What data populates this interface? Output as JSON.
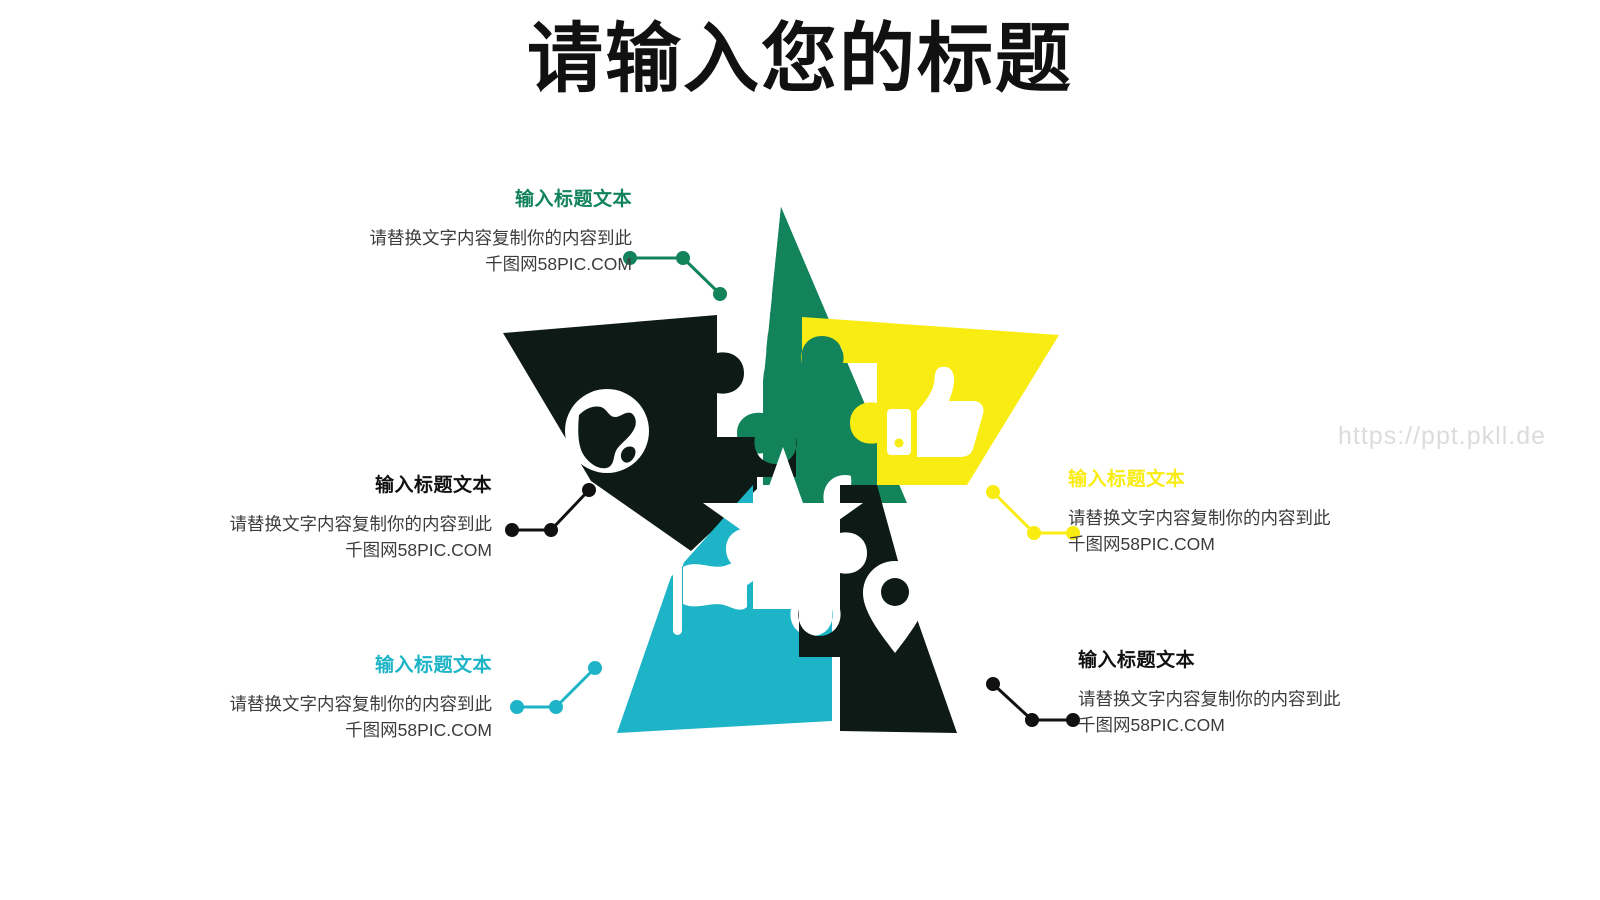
{
  "title": "请输入您的标题",
  "watermark": "https://ppt.pkll.de",
  "colors": {
    "green": "#12835a",
    "dark": "#0e1a15",
    "yellow": "#f9ec12",
    "cyan": "#1cb4c6",
    "black": "#111111",
    "title": "#111111",
    "body": "#3c3c3c",
    "watermark": "#dcdcdc",
    "background": "#ffffff"
  },
  "callouts": [
    {
      "id": "top",
      "title": "输入标题文本",
      "body_line1": "请替换文字内容复制你的内容到此",
      "body_line2": "千图网58PIC.COM",
      "color": "#12835a",
      "icon": "dollar-icon",
      "align": "right"
    },
    {
      "id": "left",
      "title": "输入标题文本",
      "body_line1": "请替换文字内容复制你的内容到此",
      "body_line2": "千图网58PIC.COM",
      "color": "#111111",
      "icon": "globe-icon",
      "align": "right"
    },
    {
      "id": "bottom-left",
      "title": "输入标题文本",
      "body_line1": "请替换文字内容复制你的内容到此",
      "body_line2": "千图网58PIC.COM",
      "color": "#1cb4c6",
      "icon": "flag-icon",
      "align": "right"
    },
    {
      "id": "right",
      "title": "输入标题文本",
      "body_line1": "请替换文字内容复制你的内容到此",
      "body_line2": "千图网58PIC.COM",
      "color": "#f9ec12",
      "icon": "thumbs-up-icon",
      "align": "left"
    },
    {
      "id": "bottom-right",
      "title": "输入标题文本",
      "body_line1": "请替换文字内容复制你的内容到此",
      "body_line2": "千图网58PIC.COM",
      "color": "#111111",
      "icon": "map-pin-icon",
      "align": "left"
    }
  ],
  "diagram": {
    "shape": "five-piece-jigsaw-star",
    "center_accent": "white-star",
    "pieces": [
      {
        "position": "top",
        "color": "#12835a",
        "icon": "dollar-icon"
      },
      {
        "position": "upper-left",
        "color": "#0e1a15",
        "icon": "globe-icon"
      },
      {
        "position": "upper-right",
        "color": "#f9ec12",
        "icon": "thumbs-up-icon"
      },
      {
        "position": "lower-left",
        "color": "#1cb4c6",
        "icon": "flag-icon"
      },
      {
        "position": "lower-right",
        "color": "#0e1a15",
        "icon": "map-pin-icon"
      }
    ]
  }
}
